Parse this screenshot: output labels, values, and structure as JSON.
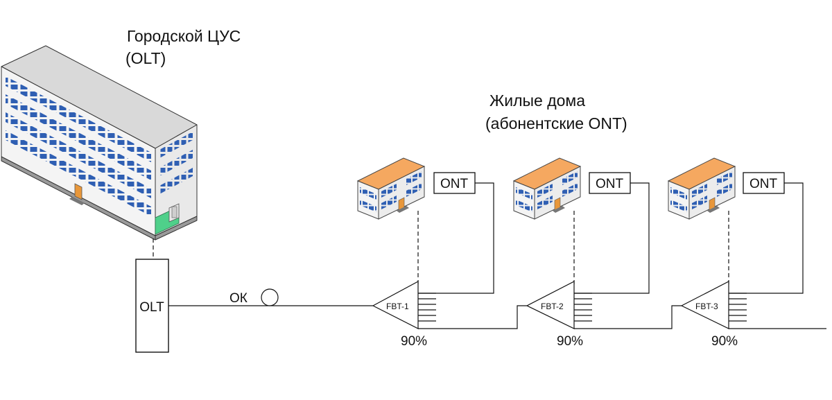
{
  "central_office": {
    "title_line1": "Городской ЦУС",
    "title_line2": "(OLT)"
  },
  "residential": {
    "title_line1": "Жилые дома",
    "title_line2": "(абонентские ONT)"
  },
  "olt_label": "OLT",
  "cable_label": "ОК",
  "ont_label": "ONT",
  "splitters": [
    {
      "label": "FBT-1",
      "ratio": "90%"
    },
    {
      "label": "FBT-2",
      "ratio": "90%"
    },
    {
      "label": "FBT-3",
      "ratio": "90%"
    }
  ],
  "colors": {
    "house_roof": "#f5a860",
    "building_roof": "#d9d9d9",
    "window": "#2f5fb3",
    "door": "#e8973a",
    "entrance": "#4fd08a",
    "line": "#111111"
  }
}
